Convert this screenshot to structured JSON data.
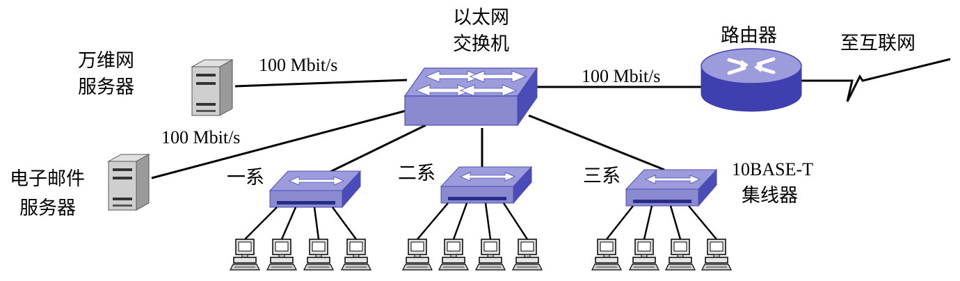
{
  "labels": {
    "switch_line1": "以太网",
    "switch_line2": "交换机",
    "router": "路由器",
    "internet": "至互联网",
    "web_server_line1": "万维网",
    "web_server_line2": "服务器",
    "mail_server_line1": "电子邮件",
    "mail_server_line2": "服务器",
    "hub_type_line1": "10BASE-T",
    "hub_type_line2": "集线器",
    "dept1": "一系",
    "dept2": "二系",
    "dept3": "三系",
    "speed_web": "100 Mbit/s",
    "speed_router": "100 Mbit/s",
    "speed_mail": "100 Mbit/s"
  },
  "colors": {
    "device_top": "#9c9cdc",
    "device_side": "#4c4cb8",
    "device_front": "#8a8ad0",
    "router_body": "#3f3fb0",
    "server_body": "#c8c8c8",
    "line": "#000000"
  },
  "icons": {
    "switch": "ethernet-switch-icon",
    "router": "router-icon",
    "server": "server-tower-icon",
    "hub": "hub-icon",
    "computer": "desktop-computer-icon"
  }
}
